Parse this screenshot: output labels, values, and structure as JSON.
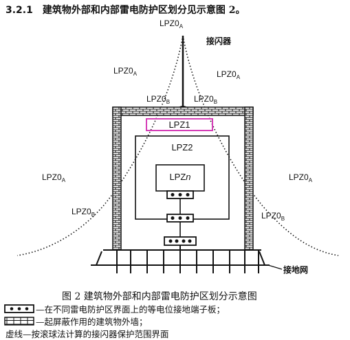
{
  "heading": {
    "number": "3.2.1",
    "text": "建筑物外部和内部雷电防护区划分见示意图 2。"
  },
  "diagram": {
    "zones": {
      "top": {
        "main": "LPZ0",
        "sub": "A"
      },
      "upper_left": {
        "main": "LPZ0",
        "sub": "A"
      },
      "upper_right": {
        "main": "LPZ0",
        "sub": "A"
      },
      "roof_left": {
        "main": "LPZ0",
        "sub": "B"
      },
      "roof_right": {
        "main": "LPZ0",
        "sub": "B"
      },
      "side_left_a": {
        "main": "LPZ0",
        "sub": "A"
      },
      "side_right_a": {
        "main": "LPZ0",
        "sub": "A"
      },
      "side_left_b": {
        "main": "LPZ0",
        "sub": "B"
      },
      "side_right_b": {
        "main": "LPZ0",
        "sub": "B"
      },
      "lpz1": "LPZ1",
      "lpz2": "LPZ2",
      "lpzn": {
        "main": "LPZ",
        "italic": "n"
      }
    },
    "labels": {
      "air_terminal": "接闪器",
      "ground_net": "接地网"
    },
    "colors": {
      "lpz1_box": "#d63fb8",
      "ink": "#111111"
    }
  },
  "caption": "图 2   建筑物外部和内部雷电防护区划分示意图",
  "legend": [
    {
      "icon": "bonding-bar-icon",
      "text": "—在不同雷电防护区界面上的等电位接地端子板；"
    },
    {
      "icon": "brick-wall-icon",
      "text": "—起屏蔽作用的建筑物外墙；"
    },
    {
      "icon": "",
      "text": "虚线—按滚球法计算的接闪器保护范围界面"
    }
  ]
}
